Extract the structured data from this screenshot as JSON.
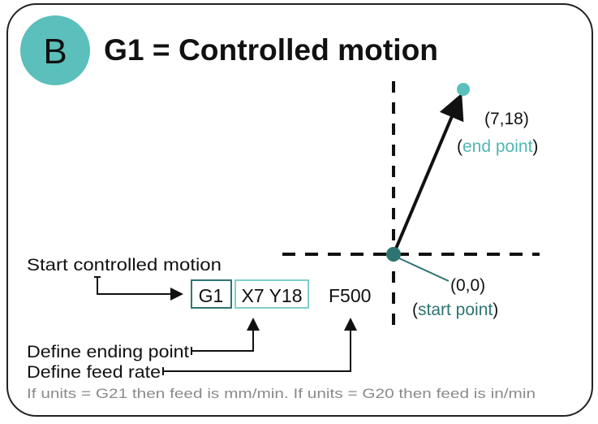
{
  "badge": "B",
  "title": "G1 = Controlled motion",
  "end_point": {
    "coords": "(7,18)",
    "open": "(",
    "label": "end point",
    "close": ")"
  },
  "start_point": {
    "coords": "(0,0)",
    "open": "(",
    "label": "start point",
    "close": ")"
  },
  "command": {
    "g": "G1",
    "xy": "X7 Y18",
    "f": "F500"
  },
  "annotations": {
    "start": "Start controlled motion",
    "ending": "Define ending point",
    "feed": "Define feed rate",
    "note": "If units = G21 then feed is mm/min. If units = G20 then feed is in/min"
  },
  "colors": {
    "light_teal": "#5bbfbb",
    "dark_teal": "#2e7472"
  }
}
